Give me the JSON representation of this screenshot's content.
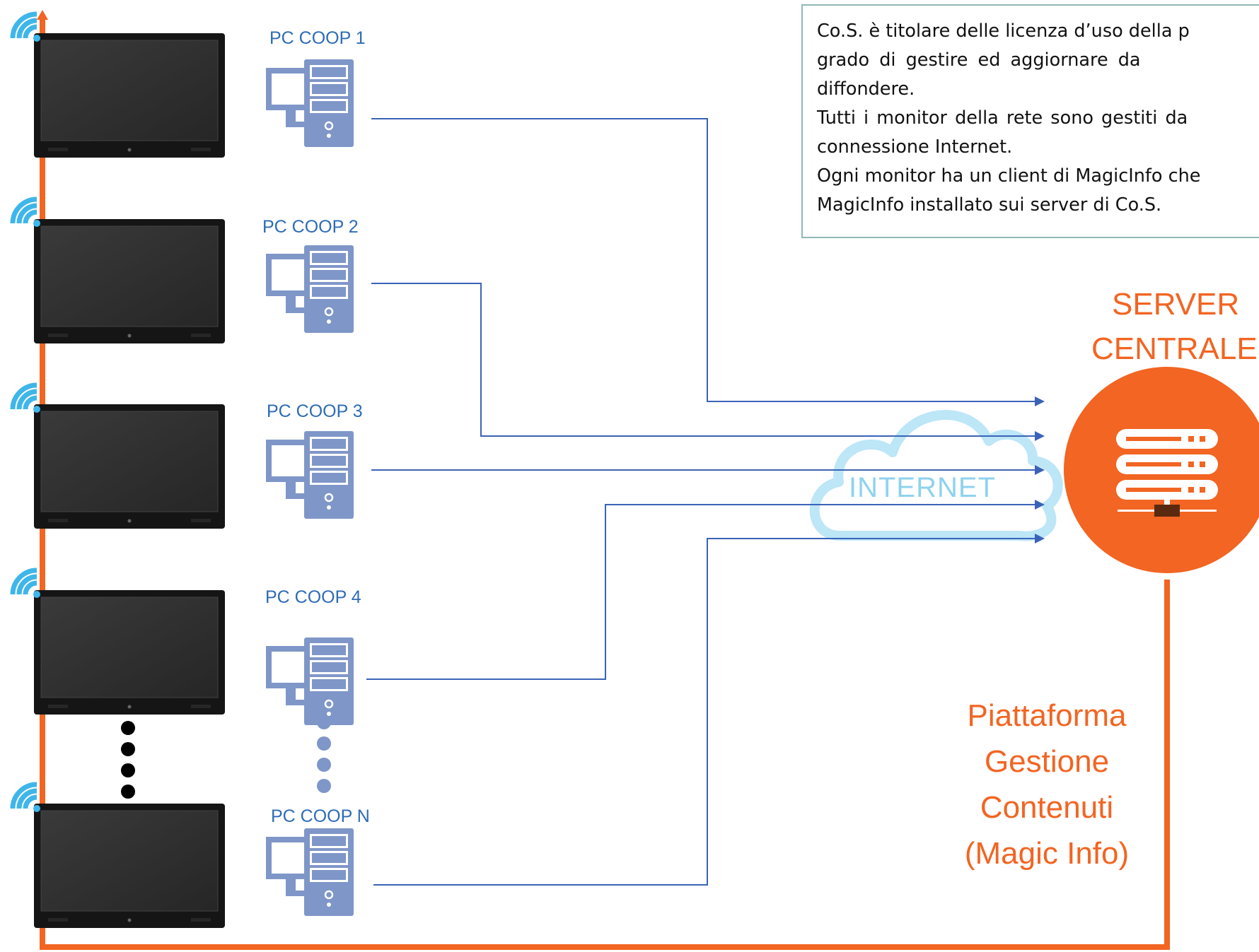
{
  "info_box": {
    "lines": [
      "Co.S. è titolare delle licenza d’uso della p",
      "grado  di  gestire  ed  aggiornare  da",
      "diffondere.",
      "Tutti  i  monitor  della  rete  sono  gestiti  da",
      "connessione Internet.",
      "Ogni monitor ha un client di MagicInfo che",
      "MagicInfo installato sui server di Co.S."
    ]
  },
  "server": {
    "title_line1": "SERVER",
    "title_line2": "CENTRALE",
    "icon": "server-rack-icon"
  },
  "cloud": {
    "label": "INTERNET",
    "icon": "cloud-icon"
  },
  "platform": {
    "line1": "Piattaforma",
    "line2": "Gestione",
    "line3": "Contenuti",
    "line4": "(Magic Info)"
  },
  "pcs": [
    {
      "label": "PC COOP 1",
      "icon": "desktop-computer-icon"
    },
    {
      "label": "PC COOP 2",
      "icon": "desktop-computer-icon"
    },
    {
      "label": "PC COOP 3",
      "icon": "desktop-computer-icon"
    },
    {
      "label": "PC COOP 4",
      "icon": "desktop-computer-icon"
    },
    {
      "label": "PC COOP N",
      "icon": "desktop-computer-icon"
    }
  ],
  "monitors": {
    "count_shown": 5,
    "icon": "monitor-icon",
    "wifi_icon": "wifi-icon"
  },
  "colors": {
    "orange": "#f26522",
    "blue_line": "#3a63b8",
    "pc_icon": "#7f96c8",
    "wifi": "#3fb6ea",
    "cloud": "#bde6f7",
    "monitor_frame": "#1a1a1a",
    "monitor_screen": "#2e2e2e"
  }
}
